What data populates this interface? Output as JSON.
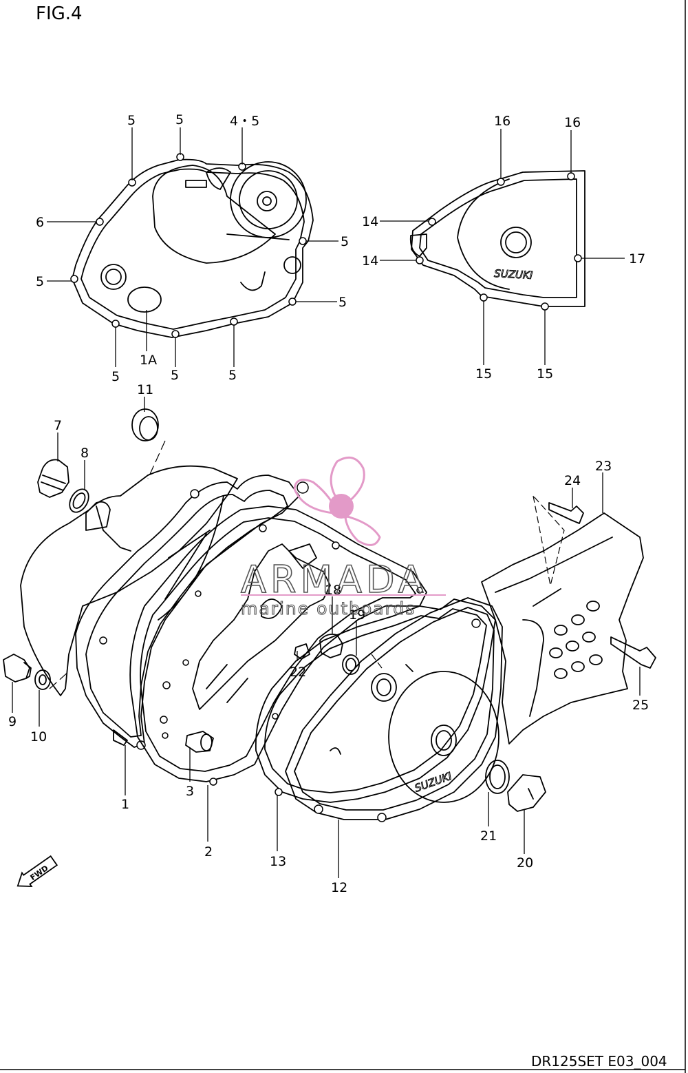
{
  "figure_title": "FIG.4",
  "drawing_code": "DR125SET E03_004",
  "fwd_label": "FWD",
  "brand_marking": "SUZUKI",
  "watermark": {
    "name": "ARMADA",
    "tagline": "marine outboards",
    "logo_color": "#e39ac8"
  },
  "callouts": {
    "c5a": "5",
    "c5b": "5",
    "c45": "4・5",
    "c6": "6",
    "c5c": "5",
    "c5d": "5",
    "c5e": "5",
    "c5f": "5",
    "c5g": "5",
    "c5h": "5",
    "c1A": "1A",
    "c16a": "16",
    "c16b": "16",
    "c14a": "14",
    "c14b": "14",
    "c17": "17",
    "c15a": "15",
    "c15b": "15",
    "c11": "11",
    "c7": "7",
    "c8": "8",
    "c23": "23",
    "c24": "24",
    "c18": "18",
    "c19": "19",
    "c22": "22",
    "c9": "9",
    "c10": "10",
    "c25": "25",
    "c1": "1",
    "c3": "3",
    "c2": "2",
    "c13": "13",
    "c12": "12",
    "c21": "21",
    "c20": "20"
  }
}
